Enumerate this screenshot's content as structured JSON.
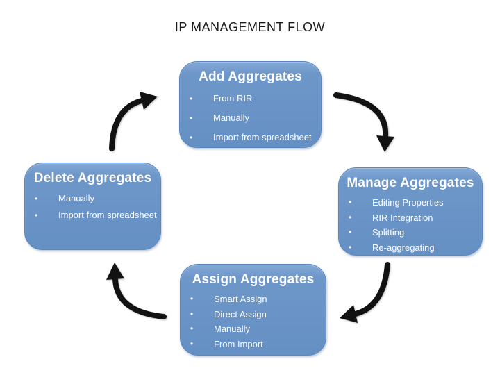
{
  "title": "IP MANAGEMENT FLOW",
  "colors": {
    "background": "#FFFFFF",
    "box_fill": "#6C95C7",
    "box_border": "#5987BE",
    "box_text": "#FFFFFF",
    "arrow": "#121212",
    "title_text": "#1C1C1C"
  },
  "boxes": {
    "add": {
      "heading": "Add Aggregates",
      "items": [
        "From RIR",
        "Manually",
        "Import from spreadsheet"
      ]
    },
    "manage": {
      "heading": "Manage Aggregates",
      "items": [
        "Editing Properties",
        "RIR Integration",
        "Splitting",
        "Re-aggregating"
      ]
    },
    "assign": {
      "heading": "Assign Aggregates",
      "items": [
        "Smart Assign",
        "Direct Assign",
        "Manually",
        "From Import"
      ]
    },
    "delete": {
      "heading": "Delete Aggregates",
      "items": [
        "Manually",
        "Import from spreadsheet"
      ]
    }
  },
  "flow": {
    "type": "cycle",
    "connections": [
      {
        "from": "Add Aggregates",
        "to": "Manage Aggregates"
      },
      {
        "from": "Manage Aggregates",
        "to": "Assign Aggregates"
      },
      {
        "from": "Assign Aggregates",
        "to": "Delete Aggregates"
      },
      {
        "from": "Delete Aggregates",
        "to": "Add Aggregates"
      }
    ]
  }
}
